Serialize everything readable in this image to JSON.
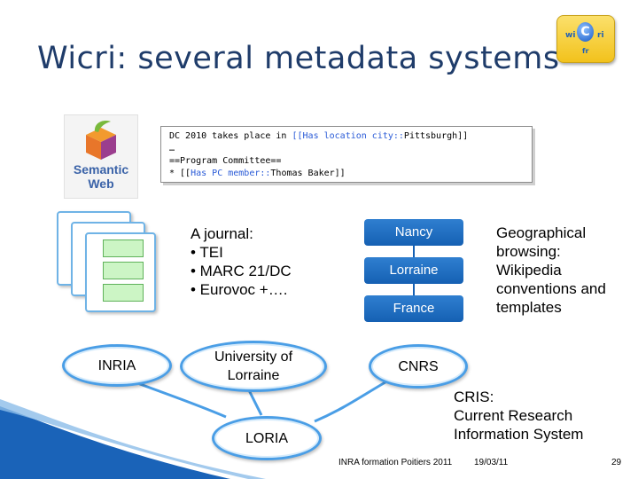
{
  "slide": {
    "title": "Wicri: several metadata systems",
    "logo": {
      "left": "wi",
      "center": "C",
      "right": "ri",
      "bottom": "fr"
    },
    "semantic_web_logo": {
      "line1": "Semantic",
      "line2": "Web"
    },
    "code": {
      "line1_pre": "DC 2010 takes place in ",
      "line1_kw": "[[Has location city::",
      "line1_post": "Pittsburgh]]",
      "line2": "…",
      "line3": "==Program Committee==",
      "line4_pre": "* [[",
      "line4_kw": "Has PC member::",
      "line4_post": "Thomas Baker]]"
    },
    "journal": {
      "heading": "A journal:",
      "items": [
        "• TEI",
        "• MARC 21/DC",
        "• Eurovoc +…."
      ]
    },
    "geo_boxes": [
      "Nancy",
      "Lorraine",
      "France"
    ],
    "geo_text": [
      "Geographical",
      "browsing:",
      "Wikipedia",
      "conventions and",
      "templates"
    ],
    "orgs": {
      "inria": "INRIA",
      "university_line1": "University of",
      "university_line2": "Lorraine",
      "cnrs": "CNRS",
      "loria": "LORIA"
    },
    "cris": [
      "CRIS:",
      "Current Research",
      "Information System"
    ],
    "footer": {
      "event": "INRA formation Poitiers 2011",
      "date": "19/03/11",
      "page": "29"
    }
  }
}
